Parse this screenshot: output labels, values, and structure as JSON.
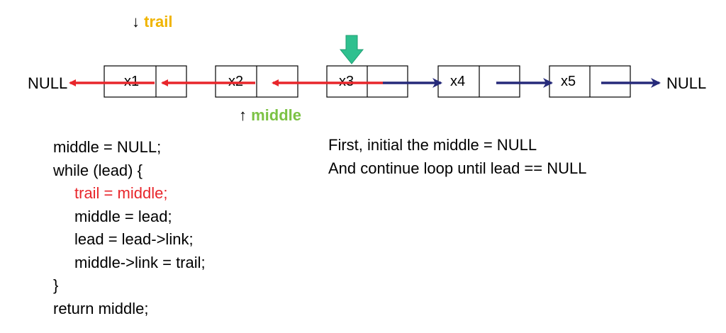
{
  "pointers": {
    "trail": {
      "arrow": "↓",
      "label": "trail",
      "color": "#f0b400"
    },
    "middle": {
      "arrow": "↑",
      "label": "middle",
      "color": "#7cc244"
    },
    "lead": {
      "icon": "down-arrow-icon",
      "color": "#2fc08f"
    }
  },
  "list": {
    "null_left": "NULL",
    "null_right": "NULL",
    "nodes": [
      "x1",
      "x2",
      "x3",
      "x4",
      "x5"
    ],
    "reversed_link_color": "#e8262b",
    "forward_link_color": "#262a7a"
  },
  "code": {
    "lines": [
      {
        "text": "middle = NULL;",
        "indent": false,
        "highlight": false
      },
      {
        "text": "while (lead) {",
        "indent": false,
        "highlight": false
      },
      {
        "text": "trail = middle;",
        "indent": true,
        "highlight": true
      },
      {
        "text": "middle = lead;",
        "indent": true,
        "highlight": false
      },
      {
        "text": "lead = lead->link;",
        "indent": true,
        "highlight": false
      },
      {
        "text": "middle->link = trail;",
        "indent": true,
        "highlight": false
      },
      {
        "text": "}",
        "indent": false,
        "highlight": false
      },
      {
        "text": "return middle;",
        "indent": false,
        "highlight": false
      }
    ],
    "highlight_color": "#e8262b"
  },
  "description": {
    "line1": "First, initial the middle = NULL",
    "line2": "And continue loop until lead == NULL"
  }
}
